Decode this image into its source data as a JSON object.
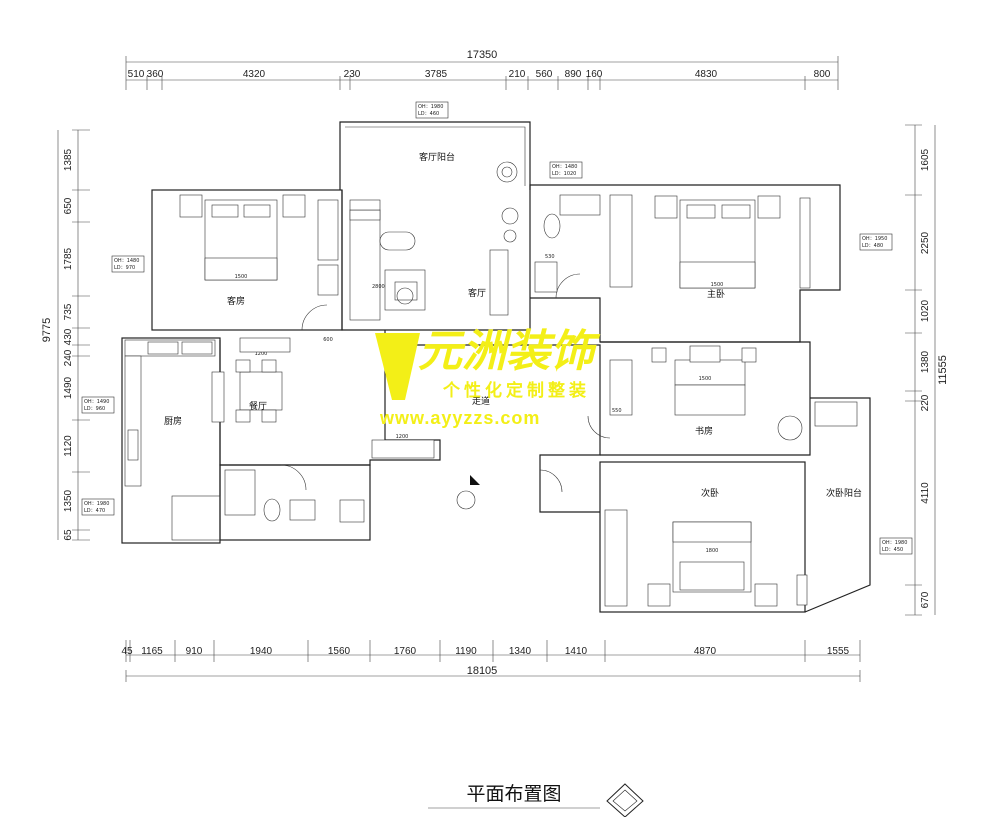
{
  "dimensions": {
    "top_total": "17350",
    "top_segments": [
      "510",
      "360",
      "4320",
      "230",
      "3785",
      "210",
      "560",
      "890",
      "160",
      "4830",
      "800"
    ],
    "bottom_total": "18105",
    "bottom_segments": [
      "45",
      "1165",
      "910",
      "1940",
      "1560",
      "1760",
      "1190",
      "1340",
      "1410",
      "4870",
      "1555"
    ],
    "left_total": "9775",
    "left_segments": [
      "1385",
      "650",
      "1785",
      "735",
      "430",
      "240",
      "1490",
      "1120",
      "1350",
      "65"
    ],
    "right_total": "11555",
    "right_segments": [
      "1605",
      "2250",
      "1020",
      "1380",
      "220",
      "4110",
      "670"
    ]
  },
  "rooms": {
    "living_balcony": {
      "name": "客厅阳台"
    },
    "guest_room": {
      "name": "客房"
    },
    "living_room": {
      "name": "客厅"
    },
    "master_bedroom": {
      "name": "主卧"
    },
    "kitchen": {
      "name": "厨房"
    },
    "dining": {
      "name": "餐厅"
    },
    "corridor": {
      "name": "走道"
    },
    "study": {
      "name": "书房"
    },
    "second_bedroom": {
      "name": "次卧"
    },
    "second_balcony": {
      "name": "次卧阳台"
    }
  },
  "windows": [
    {
      "oh": "OH：1980",
      "ld": "LD：460"
    },
    {
      "oh": "OH：1480",
      "ld": "LD：1020"
    },
    {
      "oh": "OH：1480",
      "ld": "LD：970"
    },
    {
      "oh": "OH：1950",
      "ld": "LD：480"
    },
    {
      "oh": "OH：1490",
      "ld": "LD：960"
    },
    {
      "oh": "OH：1980",
      "ld": "LD：470"
    },
    {
      "oh": "OH：1980",
      "ld": "LD：450"
    }
  ],
  "furniture_dims": {
    "guest_bed": "1500",
    "master_bed": "1500",
    "second_bed": "1800",
    "study_desk": "1500",
    "sofa": "2800",
    "dining_table": "1200",
    "tv_cabinet": "1200",
    "cabinet_600": "600",
    "cabinet_550": "550",
    "cabinet_530": "530"
  },
  "watermark": {
    "brand": "元洲装饰",
    "slogan": "个性化定制整装",
    "url": "www.ayyzzs.com",
    "brand_color": "#f3ef17"
  },
  "drawing_title": "平面布置图"
}
